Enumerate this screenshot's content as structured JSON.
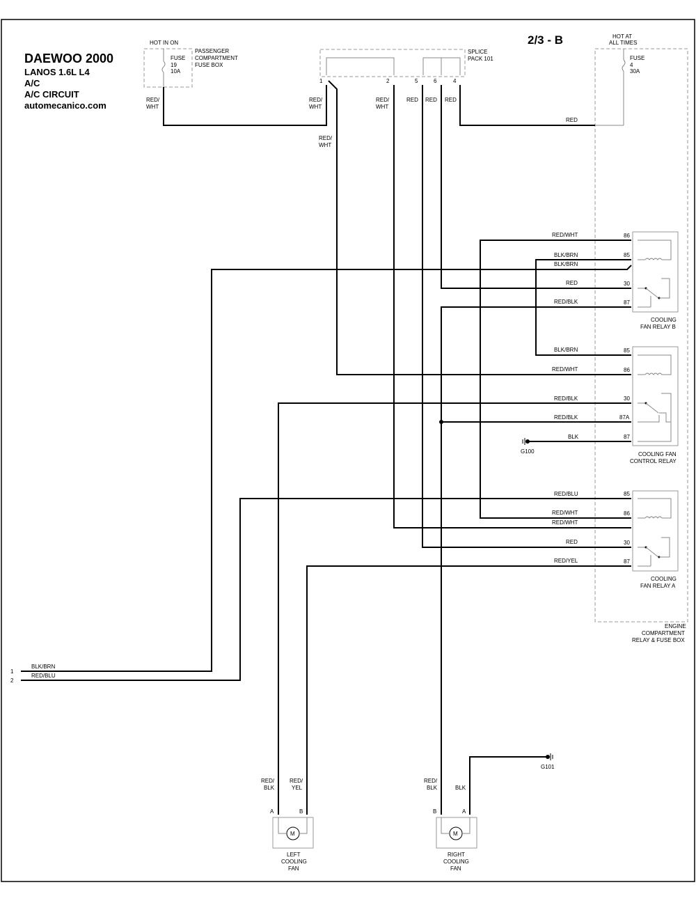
{
  "header": {
    "title": "DAEWOO 2000",
    "engine": "LANOS  1.6L  L4",
    "system": "A/C",
    "circuit": "A/C CIRCUIT",
    "site": "automecanico.com",
    "page_id": "2/3 - B"
  },
  "fuses": {
    "fuse19": {
      "hot": "HOT IN ON",
      "l1": "FUSE",
      "l2": "19",
      "l3": "10A",
      "box1": "PASSENGER",
      "box2": "COMPARTMENT",
      "box3": "FUSE BOX"
    },
    "fuse4": {
      "hot1": "HOT AT",
      "hot2": "ALL TIMES",
      "l1": "FUSE",
      "l2": "4",
      "l3": "30A"
    }
  },
  "splice": {
    "l1": "SPLICE",
    "l2": "PACK 101",
    "p1": "1",
    "p2": "2",
    "p5": "5",
    "p6": "6",
    "p4": "4"
  },
  "wire_labels": {
    "red": "RED",
    "red1": "RED/",
    "wht": "WHT",
    "blk": "BLK",
    "yel": "YEL",
    "red_wht": "RED/WHT",
    "blk_brn": "BLK/BRN",
    "red_blk": "RED/BLK",
    "red_blu": "RED/BLU",
    "red_yel": "RED/YEL"
  },
  "relays": {
    "relay_b": {
      "l1": "COOLING",
      "l2": "FAN RELAY B",
      "t86": "86",
      "t85": "85",
      "t30": "30",
      "t87": "87"
    },
    "control": {
      "l1": "COOLING FAN",
      "l2": "CONTROL RELAY",
      "t85": "85",
      "t86": "86",
      "t30": "30",
      "t87a": "87A",
      "t87": "87"
    },
    "relay_a": {
      "l1": "COOLING",
      "l2": "FAN RELAY A",
      "t85": "85",
      "t86": "86",
      "t30": "30",
      "t87": "87"
    }
  },
  "engine_box": {
    "l1": "ENGINE",
    "l2": "COMPARTMENT",
    "l3": "RELAY & FUSE BOX"
  },
  "grounds": {
    "g100": "G100",
    "g101": "G101"
  },
  "connector": {
    "pin1": "1",
    "pin2": "2"
  },
  "fans": {
    "left": {
      "l1": "LEFT",
      "l2": "COOLING",
      "l3": "FAN",
      "pa": "A",
      "pb": "B"
    },
    "right": {
      "l1": "RIGHT",
      "l2": "COOLING",
      "l3": "FAN",
      "pa": "A",
      "pb": "B"
    },
    "motor": "M"
  }
}
